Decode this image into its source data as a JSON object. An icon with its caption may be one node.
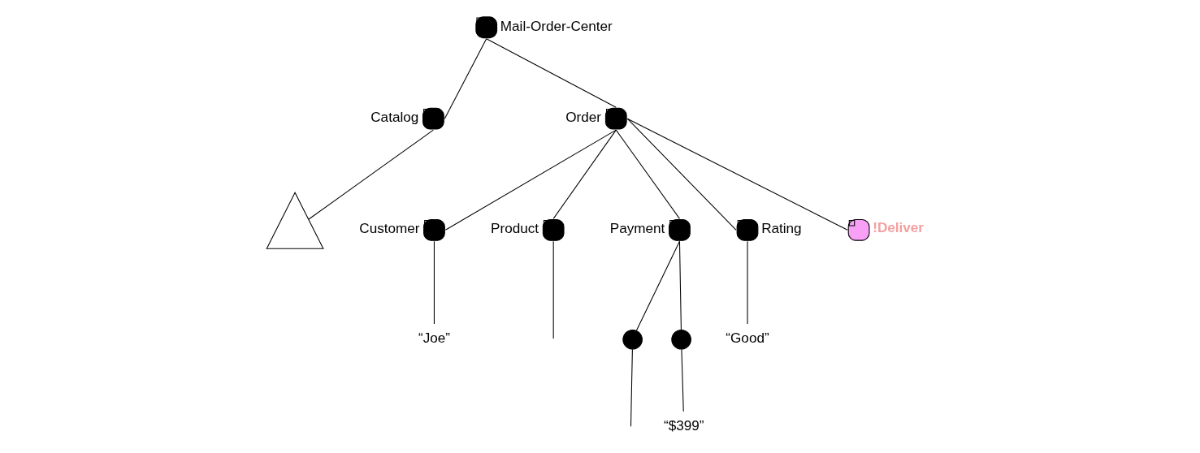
{
  "diagram": {
    "nodes": [
      {
        "text": [
          "Mail-Order-Center"
        ]
      },
      {
        "text": [
          "Catalog"
        ]
      },
      {
        "text": [],
        "shape": "triangle"
      },
      {
        "text": [
          "Order"
        ]
      },
      {
        "text": [
          "Customer"
        ]
      },
      {
        "text": [
          "Product"
        ]
      },
      {
        "text": [
          "Payment"
        ]
      },
      {
        "text": [
          "Rating"
        ]
      },
      {
        "text": [
          "!Deliver"
        ]
      },
      {
        "text": [
          "“Joe”"
        ]
      },
      {
        "text": [],
        "shape": "circle"
      },
      {
        "text": [],
        "shape": "circle"
      },
      {
        "text": [
          "“Good”"
        ]
      },
      {
        "text": [
          "“$399”"
        ]
      }
    ],
    "edges": [
      {
        "from": 0,
        "to": 1,
        "arrow": "none"
      },
      {
        "from": 0,
        "to": 3,
        "arrow": "none"
      },
      {
        "from": 1,
        "to": 2,
        "arrow": "none"
      },
      {
        "from": 3,
        "to": 4,
        "arrow": "none"
      },
      {
        "from": 3,
        "to": 5,
        "arrow": "none"
      },
      {
        "from": 3,
        "to": 6,
        "arrow": "none"
      },
      {
        "from": 3,
        "to": 7,
        "arrow": "none"
      },
      {
        "from": 3,
        "to": 8,
        "arrow": "none"
      },
      {
        "from": 4,
        "to": 9,
        "arrow": "none"
      },
      {
        "from": 5,
        "to": null,
        "arrow": "none"
      },
      {
        "from": 6,
        "to": 10,
        "arrow": "none"
      },
      {
        "from": 6,
        "to": 11,
        "arrow": "none"
      },
      {
        "from": 7,
        "to": 12,
        "arrow": "none"
      },
      {
        "from": 10,
        "to": null,
        "arrow": "none"
      },
      {
        "from": 11,
        "to": 13,
        "arrow": "none"
      }
    ]
  }
}
